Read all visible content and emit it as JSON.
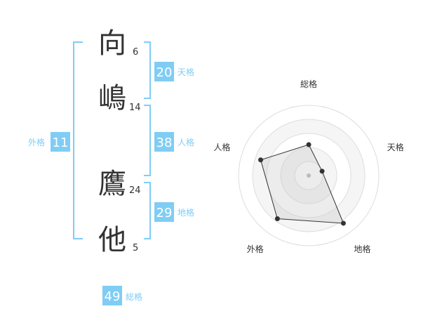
{
  "name_chars": [
    {
      "char": "向",
      "strokes": "6"
    },
    {
      "char": "嶋",
      "strokes": "14"
    },
    {
      "char": "鷹",
      "strokes": "24"
    },
    {
      "char": "他",
      "strokes": "5"
    }
  ],
  "kaku": {
    "tenkaku": {
      "value": "20",
      "label": "天格"
    },
    "jinkaku": {
      "value": "38",
      "label": "人格"
    },
    "chikaku": {
      "value": "29",
      "label": "地格"
    },
    "gaikaku": {
      "value": "11",
      "label": "外格"
    },
    "soukaku": {
      "value": "49",
      "label": "総格"
    }
  },
  "colors": {
    "accent": "#7fcdf5",
    "badge": "#7fcdf5",
    "text": "#333333",
    "grid": "#dddddd",
    "fill": "#eeeeee",
    "line": "#333333"
  },
  "chart_data": {
    "type": "radar",
    "axes": [
      "総格",
      "天格",
      "地格",
      "外格",
      "人格"
    ],
    "values": [
      2.2,
      1.0,
      4.2,
      3.8,
      3.6
    ],
    "max": 5,
    "rings": 5
  }
}
